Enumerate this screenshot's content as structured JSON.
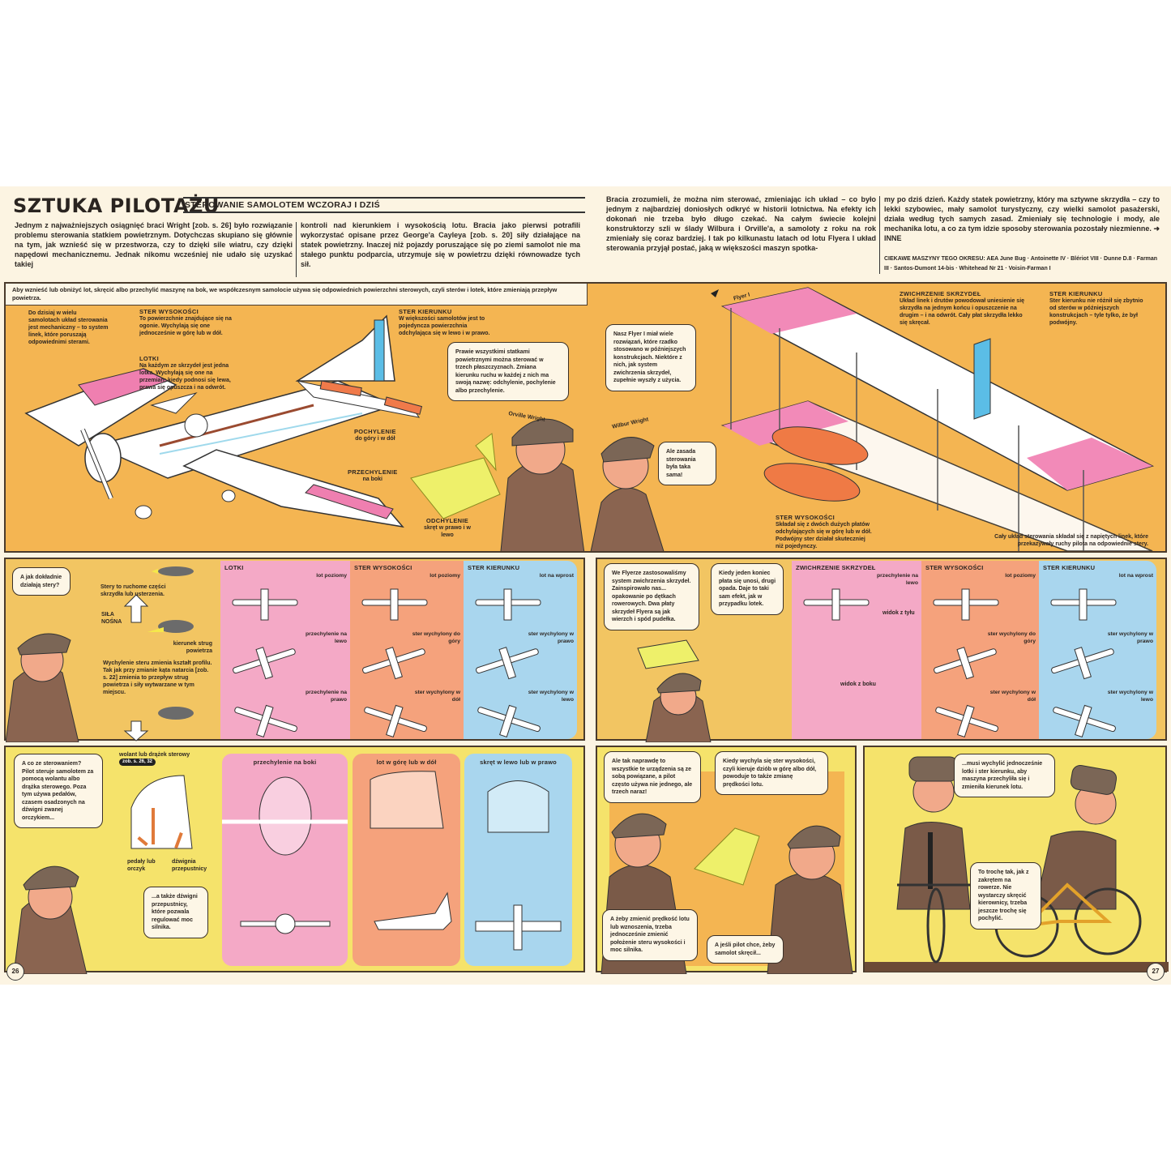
{
  "header": {
    "title": "SZTUKA PILOTAŻU",
    "subtitle": "STEROWANIE SAMOLOTEM WCZORAJ I DZIŚ"
  },
  "intro": {
    "col1": "Jednym z najważniejszych osiągnięć braci Wright [zob. s. 26] było rozwiązanie problemu sterowania statkiem powietrznym. Dotychczas skupiano się głównie na tym, jak wznieść się w przestworza, czy to dzięki sile wiatru, czy dzięki napędowi mechanicznemu. Jednak nikomu wcześniej nie udało się uzyskać takiej",
    "col2": "kontroli nad kierunkiem i wysokością lotu. Bracia jako pierwsi potrafili wykorzystać opisane przez George'a Cayleya [zob. s. 20] siły działające na statek powietrzny. Inaczej niż pojazdy poruszające się po ziemi samolot nie ma stałego punktu podparcia, utrzymuje się w powietrzu dzięki równowadze tych sił.",
    "col3": "Bracia zrozumieli, że można nim sterować, zmieniając ich układ – co było jednym z najbardziej doniosłych odkryć w historii lotnictwa. Na efekty ich dokonań nie trzeba było długo czekać. Na całym świecie kolejni konstruktorzy szli w ślady Wilbura i Orville'a, a samoloty z roku na rok zmieniały się coraz bardziej. I tak po kilkunastu latach od lotu Flyera I układ sterowania przyjął postać, jaką w większości maszyn spotka-",
    "col4": "my po dziś dzień. Każdy statek powietrzny, który ma sztywne skrzydła – czy to lekki szybowiec, mały samolot turystyczny, czy wielki samolot pasażerski, działa według tych samych zasad. Zmieniały się technologie i mody, ale mechanika lotu, a co za tym idzie sposoby sterowania pozostały niezmienne. ➜ INNE",
    "machines": "CIEKAWE MASZYNY TEGO OKRESU: AEA June Bug · Antoinette IV · Blériot VIII · Dunne D.8 · Farman III · Santos-Dumont 14-bis · Whitehead Nr 21 · Voisin-Farman I"
  },
  "top_panel": {
    "caption": "Aby wznieść lub obniżyć lot, skręcić albo przechylić maszynę na bok, we współczesnym samolocie używa się odpowiednich powierzchni sterowych, czyli sterów i lotek, które zmieniają przepływ powietrza.",
    "note_mech": "Do dzisiaj w wielu samolotach układ sterowania jest mechaniczny – to system linek, które poruszają odpowiednimi sterami.",
    "ster_wys_title": "STER WYSOKOŚCI",
    "ster_wys_text": "To powierzchnie znajdujące się na ogonie. Wychylają się one jednocześnie w górę lub w dół.",
    "ster_kier_title": "STER KIERUNKU",
    "ster_kier_text": "W większości samolotów jest to pojedyncza powierzchnia odchylająca się w lewo i w prawo.",
    "lotki_title": "LOTKI",
    "lotki_text": "Na każdym ze skrzydeł jest jedna lotka. Wychylają się one na przemian: kiedy podnosi się lewa, prawa się opuszcza i na odwrót.",
    "orville_bubble": "Prawie wszystkimi statkami powietrznymi można sterować w trzech płaszczyznach. Zmiana kierunku ruchu w każdej z nich ma swoją nazwę: odchylenie, pochylenie albo przechylenie.",
    "orville_name": "Orville Wright",
    "pochylenie_title": "POCHYLENIE",
    "pochylenie_text": "do góry i w dół",
    "przechylenie_title": "PRZECHYLENIE",
    "przechylenie_text": "na boki",
    "odchylenie_title": "ODCHYLENIE",
    "odchylenie_text": "skręt w prawo i w lewo",
    "flyer_name": "Flyer I",
    "wilbur_bubble1": "Nasz Flyer I miał wiele rozwiązań, które rzadko stosowano w późniejszych konstrukcjach. Niektóre z nich, jak system zwichrzenia skrzydeł, zupełnie wyszły z użycia.",
    "wilbur_bubble2": "Ale zasada sterowania była taka sama!",
    "wilbur_name": "Wilbur Wright",
    "zwich_title": "ZWICHRZENIE SKRZYDEŁ",
    "zwich_text": "Układ linek i drutów powodował uniesienie się skrzydła na jednym końcu i opuszczenie na drugim – i na odwrót. Cały płat skrzydła lekko się skręcał.",
    "flyer_kier_title": "STER KIERUNKU",
    "flyer_kier_text": "Ster kierunku nie różnił się zbytnio od sterów w późniejszych konstrukcjach – tyle tylko, że był podwójny.",
    "flyer_wys_title": "STER WYSOKOŚCI",
    "flyer_wys_text": "Składał się z dwóch dużych płatów odchylających się w górę lub w dół. Podwójny ster działał skuteczniej niż pojedynczy.",
    "flyer_lines": "Cały układ sterowania składał się z napiętych linek, które przekazywały ruchy pilota na odpowiednie stery."
  },
  "middle_left": {
    "bubble": "A jak dokładnie działają stery?",
    "stery_text": "Stery to ruchome części skrzydła lub usterzenia.",
    "sila_nosna": "SIŁA NOŚNA",
    "kierunek": "kierunek strug powietrza",
    "wychylenie": "Wychylenie steru zmienia kształt profilu. Tak jak przy zmianie kąta natarcia [zob. s. 22] zmienia to przepływ strug powietrza i siły wytwarzane w tym miejscu.",
    "columns": [
      {
        "title": "LOTKI",
        "labels": [
          "lot poziomy",
          "przechylenie na lewo",
          "przechylenie na prawo"
        ]
      },
      {
        "title": "STER WYSOKOŚCI",
        "labels": [
          "lot poziomy",
          "ster wychylony do góry",
          "ster wychylony w dół"
        ]
      },
      {
        "title": "STER KIERUNKU",
        "labels": [
          "lot na wprost",
          "ster wychylony w prawo",
          "ster wychylony w lewo"
        ]
      }
    ]
  },
  "middle_right": {
    "bubble1": "We Flyerze zastosowaliśmy system zwichrzenia skrzydeł. Zainspirowało nas... opakowanie po dętkach rowerowych. Dwa płaty skrzydeł Flyera są jak wierzch i spód pudełka.",
    "bubble2": "Kiedy jeden koniec płata się unosi, drugi opada. Daje to taki sam efekt, jak w przypadku lotek.",
    "widok_tyl": "widok z tyłu",
    "widok_bok": "widok z boku",
    "columns": [
      {
        "title": "ZWICHRZENIE SKRZYDEŁ",
        "labels": [
          "przechylenie na lewo"
        ]
      },
      {
        "title": "STER WYSOKOŚCI",
        "labels": [
          "lot poziomy",
          "ster wychylony do góry",
          "ster wychylony w dół"
        ]
      },
      {
        "title": "STER KIERUNKU",
        "labels": [
          "lot na wprost",
          "ster wychylony w prawo",
          "ster wychylony w lewo"
        ]
      }
    ]
  },
  "bottom_left": {
    "bubble1": "A co ze sterowaniem? Pilot steruje samolotem za pomocą wolantu albo drążka sterowego. Poza tym używa pedałów, czasem osadzonych na dźwigni zwanej orczykiem...",
    "bubble2": "...a także dźwigni przepustnicy, które pozwala regulować moc silnika.",
    "wolant": "wolant lub drążek sterowy",
    "wolant_tag": "zob. s. 26, 32",
    "pedaly": "pedały lub orczyk",
    "dzwignia": "dźwignia przepustnicy",
    "columns": [
      "przechylenie na boki",
      "lot w górę lub w dół",
      "skręt w lewo lub w prawo"
    ]
  },
  "bottom_right": {
    "bubble1": "Ale tak naprawdę to wszystkie te urządzenia są ze sobą powiązane, a pilot często używa nie jednego, ale trzech naraz!",
    "bubble2": "Kiedy wychyla się ster wysokości, czyli kieruje dziób w górę albo dół, powoduje to także zmianę prędkości lotu.",
    "bubble3": "A żeby zmienić prędkość lotu lub wznoszenia, trzeba jednocześnie zmienić położenie steru wysokości i moc silnika.",
    "bubble4": "A jeśli pilot chce, żeby samolot skręcił...",
    "bubble5": "...musi wychylić jednocześnie lotki i ster kierunku, aby maszyna przechyliła się i zmieniła kierunek lotu.",
    "bubble6": "To trochę tak, jak z zakrętem na rowerze. Nie wystarczy skręcić kierownicy, trzeba jeszcze trochę się pochylić."
  },
  "page_numbers": [
    "26",
    "27"
  ],
  "colors": {
    "orange": "#f4b552",
    "yellow": "#f5e36b",
    "pink": "#f4a9c6",
    "salmon": "#f5a27c",
    "blue": "#a9d6ee",
    "paper": "#fcf4e2"
  }
}
